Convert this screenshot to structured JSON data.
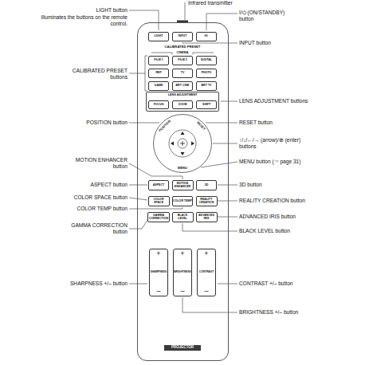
{
  "diagram": {
    "nodes": [
      {
        "text": [
          "CALIBRATED PRESET",
          "CINEMA",
          "PROJECTOR"
        ]
      },
      {
        "text": [
          "LIGHT"
        ],
        "in": 0
      },
      {
        "text": [
          "INPUT"
        ],
        "in": 0
      },
      {
        "text": [
          "I/⏻"
        ],
        "in": 0
      },
      {
        "text": [
          "FILM 1"
        ],
        "in": 0
      },
      {
        "text": [
          "FILM 2"
        ],
        "in": 0
      },
      {
        "text": [
          "DIGITAL"
        ],
        "in": 0
      },
      {
        "text": [
          "REF"
        ],
        "in": 0
      },
      {
        "text": [
          "TV"
        ],
        "in": 0
      },
      {
        "text": [
          "PHOTO"
        ],
        "in": 0
      },
      {
        "text": [
          "GAME"
        ],
        "in": 0
      },
      {
        "text": [
          "BRT CINE"
        ],
        "in": 0
      },
      {
        "text": [
          "BRT TV"
        ],
        "in": 0
      },
      {
        "text": [
          "LENS ADJUSTMENT"
        ],
        "in": 0
      },
      {
        "text": [
          "FOCUS"
        ],
        "in": 13
      },
      {
        "text": [
          "ZOOM"
        ],
        "in": 13
      },
      {
        "text": [
          "SHIFT"
        ],
        "in": 13
      },
      {
        "text": [
          "POSITION",
          "RESET",
          "MENU"
        ],
        "in": 0
      },
      {
        "text": [
          "ASPECT"
        ],
        "in": 0
      },
      {
        "text": [
          "MOTION ENHANCER"
        ],
        "in": 0
      },
      {
        "text": [
          "3D"
        ],
        "in": 0
      },
      {
        "text": [
          "COLOR SPACE"
        ],
        "in": 0
      },
      {
        "text": [
          "COLOR TEMP"
        ],
        "in": 0
      },
      {
        "text": [
          "REALITY CREATION"
        ],
        "in": 0
      },
      {
        "text": [
          "GAMMA CORRECTION"
        ],
        "in": 0
      },
      {
        "text": [
          "BLACK LEVEL"
        ],
        "in": 0
      },
      {
        "text": [
          "ADVANCED IRIS"
        ],
        "in": 0
      },
      {
        "text": [
          "+",
          "SHARPNESS",
          "–"
        ],
        "in": 0
      },
      {
        "text": [
          "+",
          "BRIGHTNESS",
          "–"
        ],
        "in": 0
      },
      {
        "text": [
          "+",
          "CONTRAST",
          "–"
        ],
        "in": 0
      }
    ],
    "labels": [
      "Infrared transmitter",
      "LIGHT button",
      "Illuminates the buttons on the remote control.",
      "I/⏻ (ON/STANDBY) button",
      "INPUT button",
      "CALIBRATED PRESET buttons",
      "LENS ADJUSTMENT buttons",
      "POSITION button",
      "RESET button",
      "↑/↓/←/→ (arrow)/⊕ (enter) buttons",
      "MOTION ENHANCER button",
      "MENU button (☞ page 31)",
      "ASPECT button",
      "3D button",
      "COLOR SPACE button",
      "REALITY CREATION button",
      "COLOR TEMP button",
      "ADVANCED IRIS button",
      "GAMMA CORRECTION button",
      "BLACK LEVEL button",
      "SHARPNESS +/– button",
      "CONTRAST +/– button",
      "BRIGHTNESS +/– button"
    ]
  }
}
